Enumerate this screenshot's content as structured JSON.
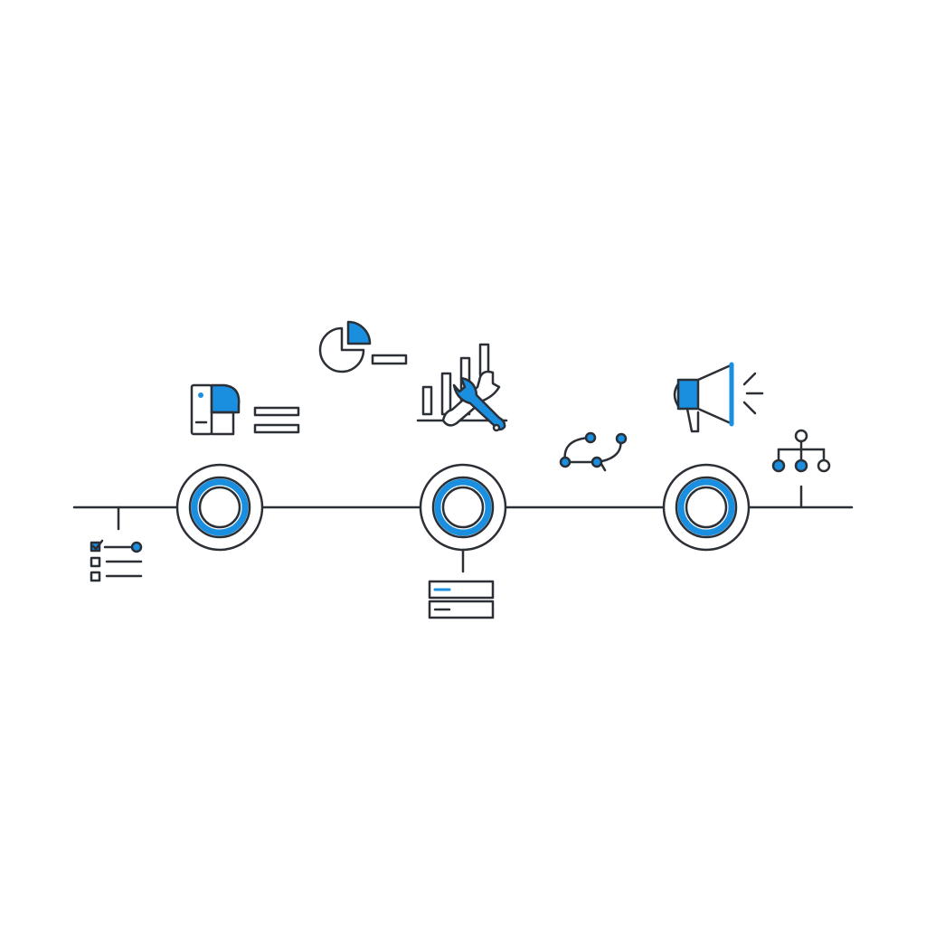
{
  "colors": {
    "stroke": "#2b2f36",
    "accent": "#1a8fe0",
    "background": "#ffffff"
  },
  "milestones": [
    {
      "marker": "milestone-ring"
    },
    {
      "marker": "milestone-ring"
    },
    {
      "marker": "milestone-ring"
    }
  ],
  "icons": [
    "checklist-icon",
    "document-pie-chart-icon",
    "pie-chart-icon",
    "bar-chart-wrench-icon",
    "server-stack-icon",
    "workflow-path-icon",
    "megaphone-icon",
    "org-hierarchy-icon"
  ]
}
